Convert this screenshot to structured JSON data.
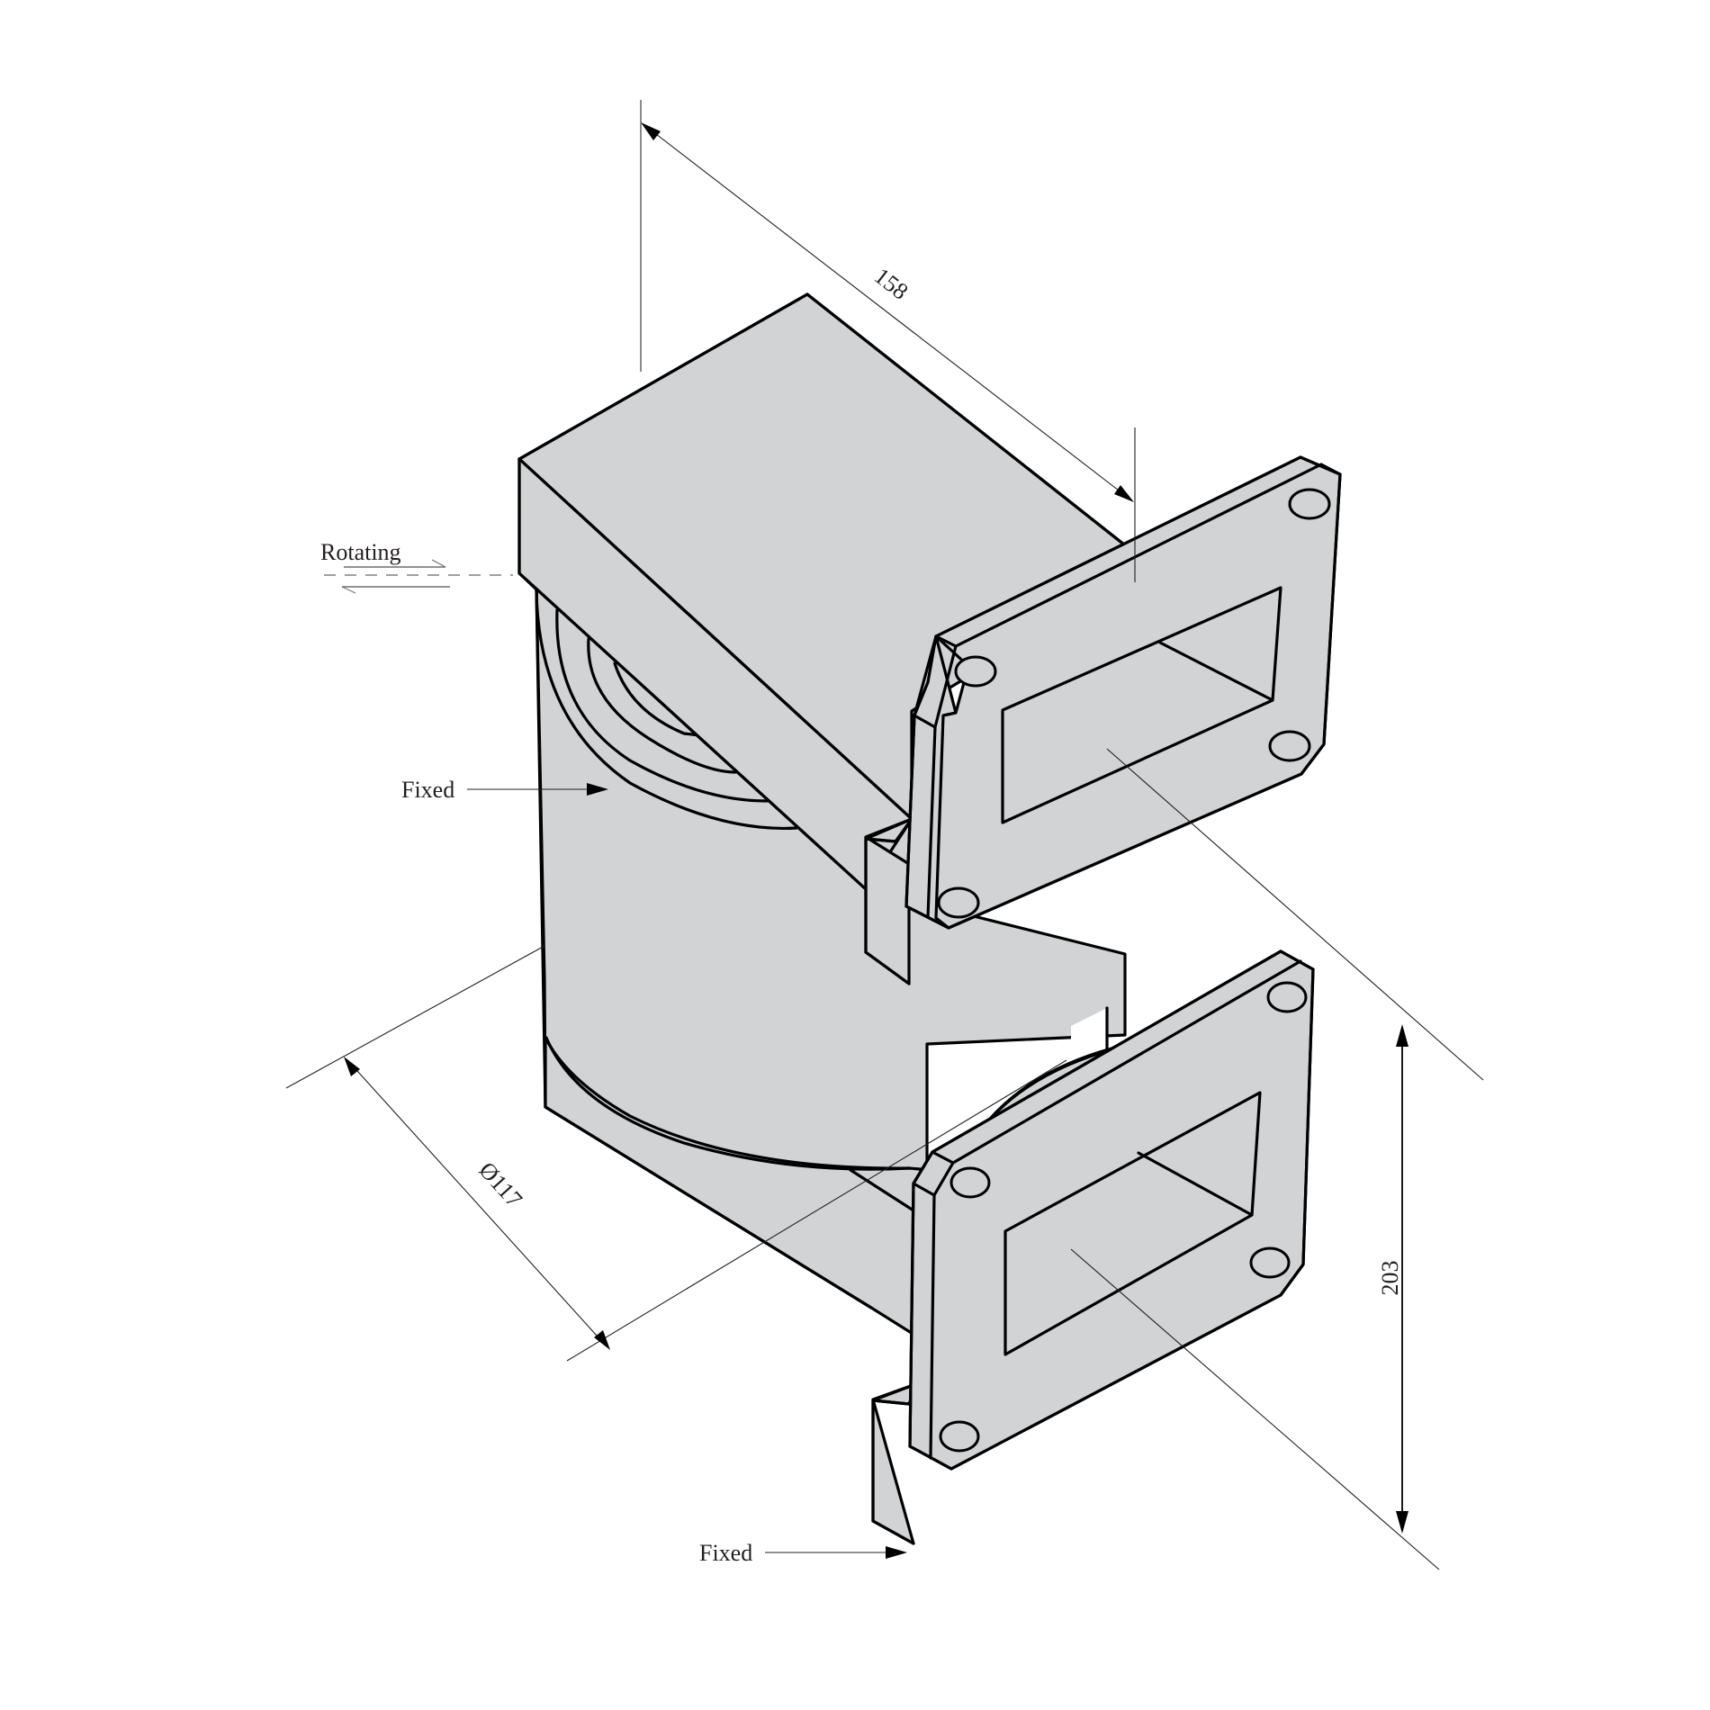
{
  "figure": {
    "type": "isometric technical drawing",
    "subject": "rotary joint with two rectangular waveguide flanges",
    "colors": {
      "body_fill": "#D1D3D4",
      "outline": "#000000",
      "dimension_line": "#231f20",
      "rotation_indicator": "#808285"
    }
  },
  "labels": {
    "rotating": "Rotating",
    "fixed_upper": "Fixed",
    "fixed_lower": "Fixed"
  },
  "dimensions": {
    "length": "158",
    "diameter": "Ø117",
    "height": "203"
  }
}
